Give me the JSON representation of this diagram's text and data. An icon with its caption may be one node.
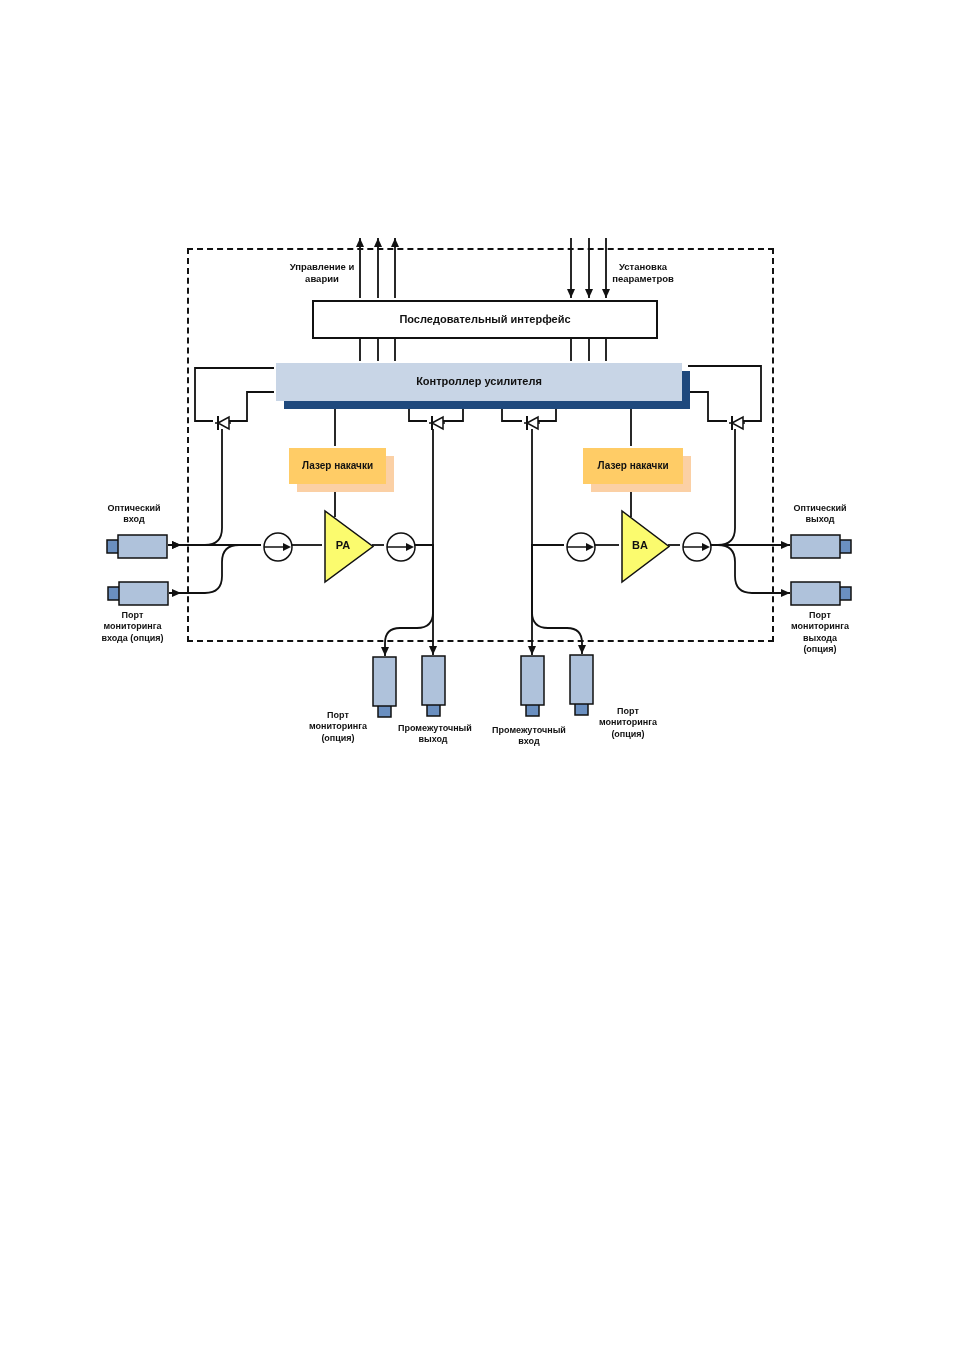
{
  "diagram": {
    "nodes": [
      {
        "text": [],
        "shape": "box"
      },
      {
        "text": [
          "Последовательный интерфейс"
        ],
        "in": 0
      },
      {
        "text": [
          "Контроллер усилителя"
        ],
        "in": 0
      },
      {
        "text": [],
        "shape": "diode",
        "in": 0
      },
      {
        "text": [],
        "shape": "diode",
        "in": 0
      },
      {
        "text": [],
        "shape": "diode",
        "in": 0
      },
      {
        "text": [],
        "shape": "diode",
        "in": 0
      },
      {
        "text": [
          "Лазер накачки"
        ],
        "in": 0
      },
      {
        "text": [
          "Лазер накачки"
        ],
        "in": 0
      },
      {
        "text": [],
        "shape": "circle",
        "in": 0
      },
      {
        "text": [
          "PA"
        ],
        "in": 0
      },
      {
        "text": [],
        "shape": "circle",
        "in": 0
      },
      {
        "text": [],
        "shape": "circle",
        "in": 0
      },
      {
        "text": [
          "BA"
        ],
        "in": 0
      },
      {
        "text": [],
        "shape": "circle",
        "in": 0
      },
      {
        "text": [
          "Оптический вход"
        ]
      },
      {
        "text": [
          "Порт мониторинга входа (опция)"
        ]
      },
      {
        "text": [
          "Оптический выход"
        ]
      },
      {
        "text": [
          "Порт мониторинга выхода (опция)"
        ]
      },
      {
        "text": [
          "Порт мониторинга (опция)"
        ]
      },
      {
        "text": [
          "Промежуточный выход"
        ]
      },
      {
        "text": [
          "Промежуточный вход"
        ]
      },
      {
        "text": [
          "Порт мониторинга (опция)"
        ]
      }
    ],
    "edges": [
      {
        "from": 1,
        "to": null,
        "arrow": "to"
      },
      {
        "from": 1,
        "to": null,
        "arrow": "to"
      },
      {
        "from": 1,
        "to": null,
        "arrow": "to"
      },
      {
        "from": null,
        "to": 1,
        "arrow": "to"
      },
      {
        "from": null,
        "to": 1,
        "arrow": "to"
      },
      {
        "from": null,
        "to": 1,
        "arrow": "to"
      },
      {
        "from": 1,
        "to": 2,
        "arrow": "none"
      },
      {
        "from": 1,
        "to": 2,
        "arrow": "none"
      },
      {
        "from": 1,
        "to": 2,
        "arrow": "none"
      },
      {
        "from": 1,
        "to": 2,
        "arrow": "none"
      },
      {
        "from": 1,
        "to": 2,
        "arrow": "none"
      },
      {
        "from": 1,
        "to": 2,
        "arrow": "none"
      },
      {
        "from": 2,
        "to": 3,
        "arrow": "none"
      },
      {
        "from": 2,
        "to": 3,
        "arrow": "none"
      },
      {
        "from": 2,
        "to": 4,
        "arrow": "none"
      },
      {
        "from": 2,
        "to": 4,
        "arrow": "none"
      },
      {
        "from": 2,
        "to": 5,
        "arrow": "none"
      },
      {
        "from": 2,
        "to": 5,
        "arrow": "none"
      },
      {
        "from": 2,
        "to": 6,
        "arrow": "none"
      },
      {
        "from": 2,
        "to": 6,
        "arrow": "none"
      },
      {
        "from": 2,
        "to": 7,
        "arrow": "none"
      },
      {
        "from": 7,
        "to": 10,
        "arrow": "none"
      },
      {
        "from": 2,
        "to": 8,
        "arrow": "none"
      },
      {
        "from": 8,
        "to": 13,
        "arrow": "none"
      },
      {
        "from": 15,
        "to": 9,
        "arrow": "to"
      },
      {
        "from": 15,
        "to": 3,
        "arrow": "to"
      },
      {
        "from": 16,
        "to": 9,
        "arrow": "to"
      },
      {
        "from": 9,
        "to": 10,
        "arrow": "none"
      },
      {
        "from": 10,
        "to": 11,
        "arrow": "none"
      },
      {
        "from": 11,
        "to": 4,
        "arrow": "none"
      },
      {
        "from": 11,
        "to": 20,
        "arrow": "to"
      },
      {
        "from": 11,
        "to": 19,
        "arrow": "to"
      },
      {
        "from": 12,
        "to": 5,
        "arrow": "none"
      },
      {
        "from": 12,
        "to": 21,
        "arrow": "to"
      },
      {
        "from": 12,
        "to": 22,
        "arrow": "to"
      },
      {
        "from": 12,
        "to": 13,
        "arrow": "none"
      },
      {
        "from": 13,
        "to": 14,
        "arrow": "none"
      },
      {
        "from": 14,
        "to": 6,
        "arrow": "none"
      },
      {
        "from": 14,
        "to": 17,
        "arrow": "to"
      },
      {
        "from": 14,
        "to": 18,
        "arrow": "to"
      }
    ],
    "labels": [
      "Управление и аварии",
      "Установка пеараметров"
    ]
  }
}
